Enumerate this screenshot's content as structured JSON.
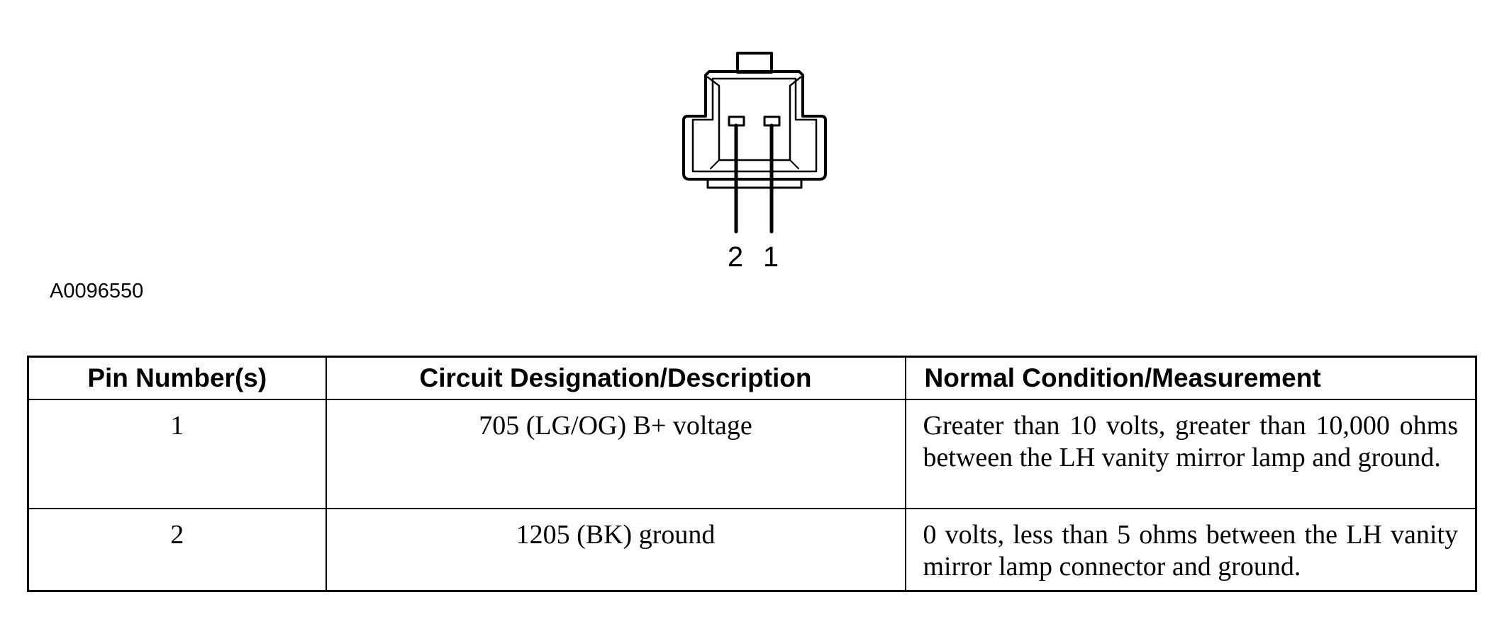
{
  "diagram": {
    "figure_id": "A0096550",
    "pin_labels": [
      "2",
      "1"
    ]
  },
  "table": {
    "headers": [
      "Pin Number(s)",
      "Circuit Designation/Description",
      "Normal Condition/Measurement"
    ],
    "rows": [
      {
        "pin": "1",
        "circuit": "705 (LG/OG) B+ voltage",
        "condition": "Greater than 10 volts, greater than 10,000 ohms between the LH vanity mirror lamp and ground."
      },
      {
        "pin": "2",
        "circuit": "1205 (BK) ground",
        "condition": "0 volts, less than 5 ohms between the LH vanity mirror lamp connector and ground."
      }
    ]
  }
}
